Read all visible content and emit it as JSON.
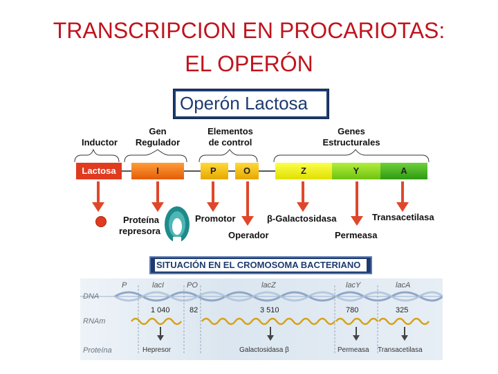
{
  "title": {
    "line1": "TRANSCRIPCION EN PROCARIOTAS:",
    "line2": "EL OPERÓN"
  },
  "banner": {
    "text": "Operón Lactosa"
  },
  "headers": {
    "inductor": "Inductor",
    "gen_regulador_1": "Gen",
    "gen_regulador_2": "Regulador",
    "elementos_1": "Elementos",
    "elementos_2": "de control",
    "genes_1": "Genes",
    "genes_2": "Estructurales"
  },
  "bar": {
    "lactosa": "Lactosa",
    "i": "I",
    "p": "P",
    "o": "O",
    "z": "Z",
    "y": "Y",
    "a": "A"
  },
  "labels": {
    "proteina": "Proteína",
    "represora": "represora",
    "promotor": "Promotor",
    "operador": "Operador",
    "galactosidasa": "β-Galactosidasa",
    "permeasa": "Permeasa",
    "transacetilasa": "Transacetilasa"
  },
  "situacion": "SITUACIÓN EN EL CROMOSOMA BACTERIANO",
  "chromosome": {
    "rows": {
      "dna": "DNA",
      "rna": "RNAm",
      "protein": "Proteína"
    },
    "genes": {
      "p1": "P",
      "laci": "lacI",
      "po": "PO",
      "lacz": "lacZ",
      "lacy": "lacY",
      "laca": "lacA"
    },
    "numbers": {
      "n1": "1 040",
      "n2": "82",
      "n3": "3 510",
      "n4": "780",
      "n5": "325"
    },
    "proteins": {
      "hepresor": "Hepresor",
      "galactosidasa": "Galactosidasa β",
      "permeasa": "Permeasa",
      "transacetilasa": "Transacetilasa"
    }
  },
  "colors": {
    "title": "#c0141e",
    "lactosa": "#e03a1f",
    "i_gene": "#f07a10",
    "control": "#f5c400",
    "z_gene": "#f5f000",
    "y_gene": "#8ed21a",
    "a_gene": "#42b31a",
    "arrow": "#e0472a"
  }
}
